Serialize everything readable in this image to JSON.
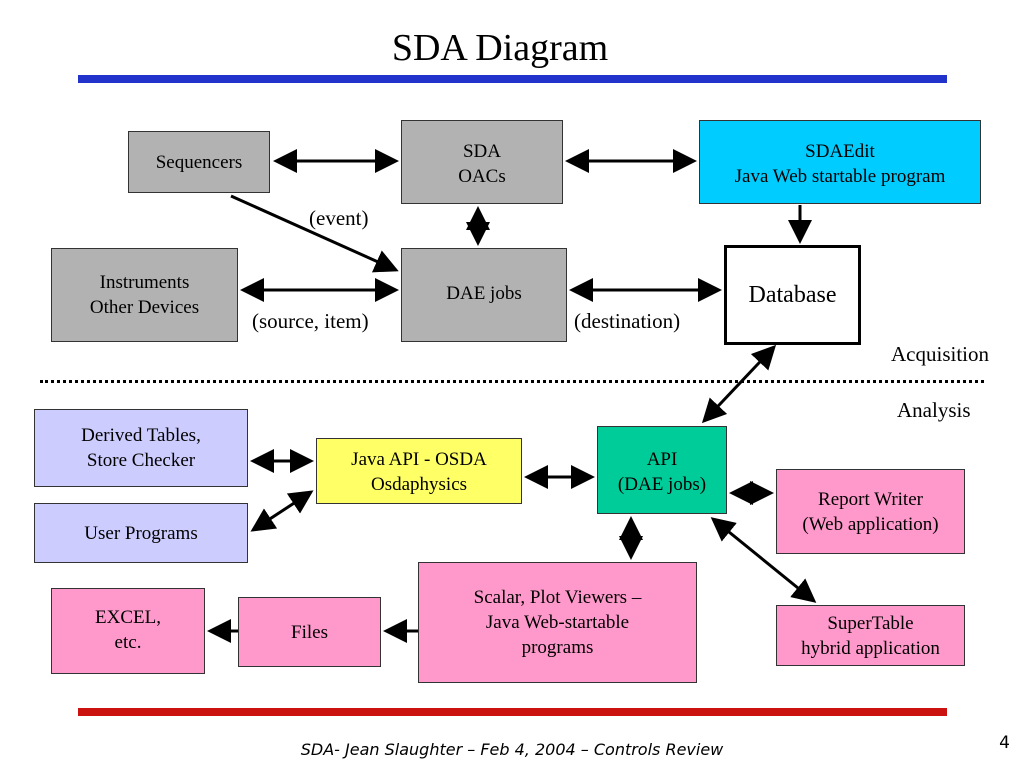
{
  "title": "SDA Diagram",
  "boxes": {
    "sequencers": "Sequencers",
    "sda_oacs": [
      "SDA",
      "OACs"
    ],
    "sdaedit": [
      "SDAEdit",
      "Java Web startable program"
    ],
    "instruments": [
      "Instruments",
      "Other Devices"
    ],
    "dae_jobs": "DAE jobs",
    "database": "Database",
    "derived_tables": [
      "Derived Tables,",
      "Store Checker"
    ],
    "user_programs": "User Programs",
    "java_api": [
      "Java API - OSDA",
      "Osdaphysics"
    ],
    "api": [
      "API",
      "(DAE jobs)"
    ],
    "report_writer": [
      "Report Writer",
      "(Web application)"
    ],
    "excel": [
      "EXCEL,",
      "etc."
    ],
    "files": "Files",
    "scalar_viewers": [
      "Scalar, Plot Viewers –",
      "Java Web-startable",
      "programs"
    ],
    "supertable": [
      "SuperTable",
      "hybrid application"
    ]
  },
  "labels": {
    "event": "(event)",
    "source_item": "(source, item)",
    "destination": "(destination)",
    "acquisition": "Acquisition",
    "analysis": "Analysis"
  },
  "footer": "SDA- Jean Slaughter – Feb 4, 2004 – Controls Review",
  "page_number": "4",
  "colors": {
    "top_rule": "#2233cc",
    "bottom_rule": "#cc1111",
    "gray_box": "#b2b2b2",
    "cyan_box": "#00ccff",
    "lavender_box": "#ccccff",
    "yellow_box": "#ffff66",
    "green_box": "#00cc99",
    "pink_box": "#ff99cc"
  }
}
